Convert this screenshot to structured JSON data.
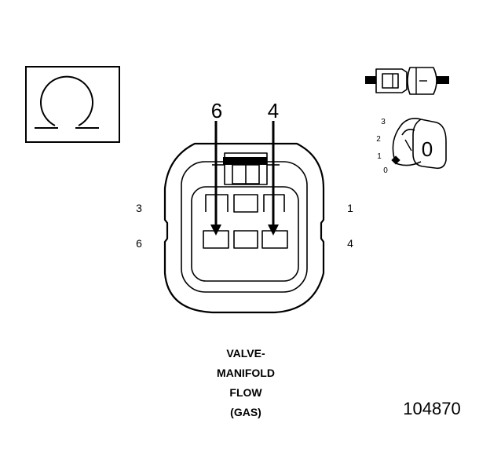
{
  "symbol": {
    "icon": "omega-ohm-icon"
  },
  "connector": {
    "callouts": {
      "left_pin": "6",
      "right_pin": "4"
    },
    "cavity_labels": {
      "top_left": "3",
      "top_right": "1",
      "bottom_left": "6",
      "bottom_right": "4"
    }
  },
  "inset": {
    "icons": [
      "connector-halves-icon",
      "lock-position-icon"
    ],
    "lock_positions": [
      "3",
      "2",
      "1",
      "0"
    ],
    "lock_value": "0"
  },
  "caption": {
    "lines": [
      "VALVE-",
      "MANIFOLD",
      "FLOW",
      "(GAS)"
    ]
  },
  "figure_number": "104870"
}
